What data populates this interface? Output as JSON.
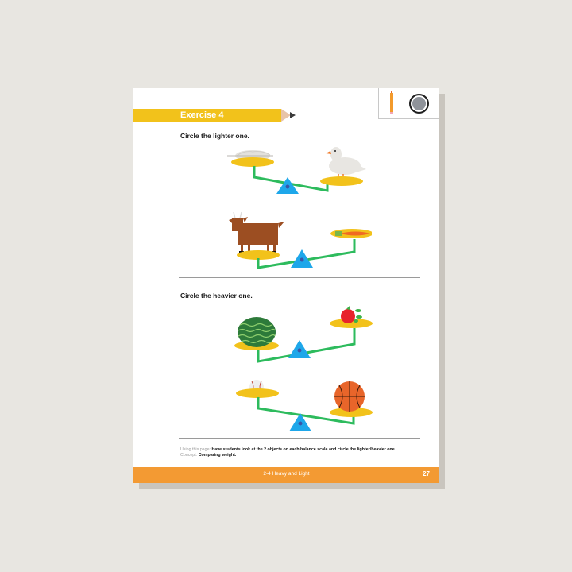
{
  "worksheet": {
    "exercise_title": "Exercise 4",
    "section_lighter": {
      "instruction": "Circle the lighter one.",
      "scales": [
        {
          "left_object": "feather",
          "right_object": "duck",
          "heavier_side": "right"
        },
        {
          "left_object": "goat",
          "right_object": "carrot",
          "heavier_side": "left"
        }
      ]
    },
    "section_heavier": {
      "instruction": "Circle the heavier one.",
      "scales": [
        {
          "left_object": "watermelon",
          "right_object": "radish",
          "heavier_side": "left"
        },
        {
          "left_object": "baseball",
          "right_object": "basketball",
          "heavier_side": "right"
        }
      ]
    },
    "teacher_note": {
      "using_label": "Using this page:",
      "using_text": "Have students look at the 2 objects on each balance scale and circle the lighter/heavier one.",
      "concept_label": "Concept:",
      "concept_text": "Comparing weight."
    },
    "footer": {
      "chapter": "2-4  Heavy and Light",
      "page_number": "27"
    },
    "corner_icons": [
      "pencil-icon",
      "gray-circle-icon"
    ],
    "colors": {
      "pencil_yellow": "#f2c21b",
      "footer_orange": "#f39a33",
      "scale_green": "#2dbb5d",
      "fulcrum_blue": "#1ea7ea",
      "pan_yellow": "#f2c21b"
    }
  }
}
